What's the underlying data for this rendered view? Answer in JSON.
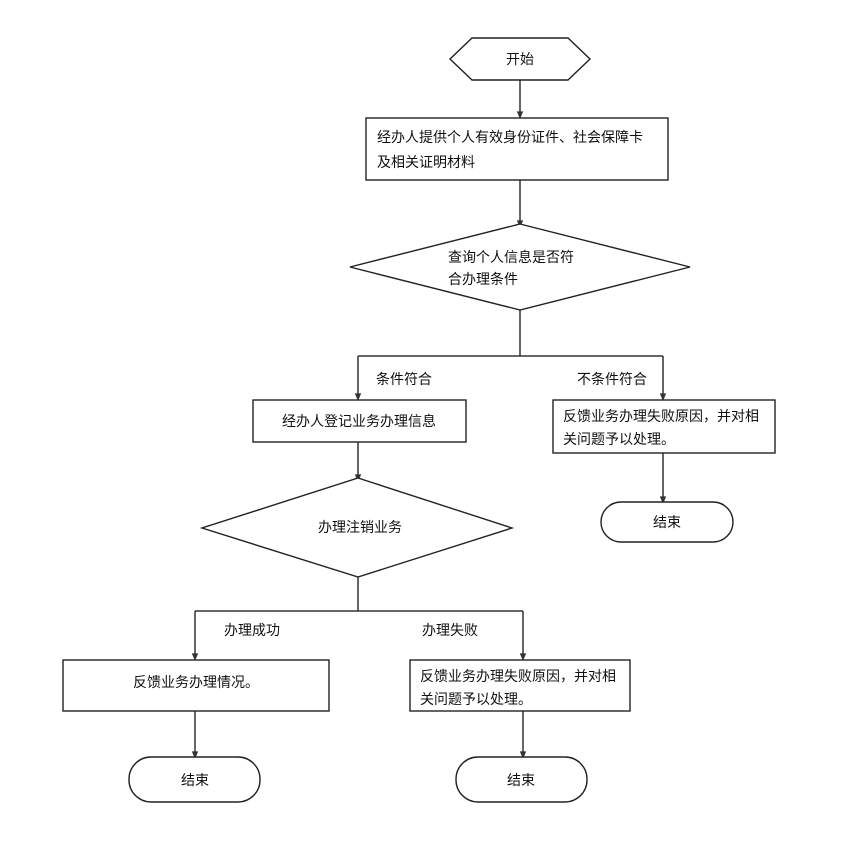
{
  "diagram": {
    "type": "flowchart",
    "orientation": "top-to-bottom",
    "background_color": "#ffffff",
    "stroke_color": "#222222",
    "text_color": "#111111",
    "nodes": [
      {
        "id": "start",
        "shape": "hexagon",
        "label": "开始",
        "lines": [
          "开始"
        ]
      },
      {
        "id": "provide-materials",
        "shape": "rectangle",
        "label": "经办人提供个人有效身份证件、社会保障卡及相关证明材料",
        "lines": [
          "经办人提供个人有效身份证件、社会保障卡",
          "及相关证明材料"
        ]
      },
      {
        "id": "check-condition",
        "shape": "diamond",
        "label": "查询个人信息是否符合办理条件",
        "lines": [
          "查询个人信息是否符",
          "合办理条件"
        ]
      },
      {
        "id": "register-business",
        "shape": "rectangle",
        "label": "经办人登记业务办理信息",
        "lines": [
          "经办人登记业务办理信息"
        ]
      },
      {
        "id": "feedback-fail-condition",
        "shape": "rectangle",
        "label": "反馈业务办理失败原因，并对相关问题予以处理。",
        "lines": [
          "反馈业务办理失败原因，并对相",
          "关问题予以处理。"
        ]
      },
      {
        "id": "end-condition-fail",
        "shape": "stadium",
        "label": "结束",
        "lines": [
          "结束"
        ]
      },
      {
        "id": "cancel-business",
        "shape": "diamond",
        "label": "办理注销业务",
        "lines": [
          "办理注销业务"
        ]
      },
      {
        "id": "feedback-success",
        "shape": "rectangle",
        "label": "反馈业务办理情况。",
        "lines": [
          "反馈业务办理情况。"
        ]
      },
      {
        "id": "feedback-fail-process",
        "shape": "rectangle",
        "label": "反馈业务办理失败原因，并对相关问题予以处理。",
        "lines": [
          "反馈业务办理失败原因，并对相",
          "关问题予以处理。"
        ]
      },
      {
        "id": "end-success",
        "shape": "stadium",
        "label": "结束",
        "lines": [
          "结束"
        ]
      },
      {
        "id": "end-process-fail",
        "shape": "stadium",
        "label": "结束",
        "lines": [
          "结束"
        ]
      }
    ],
    "edge_labels": {
      "condition_met": "条件符合",
      "condition_not_met": "不条件符合",
      "process_success": "办理成功",
      "process_fail": "办理失败"
    }
  }
}
